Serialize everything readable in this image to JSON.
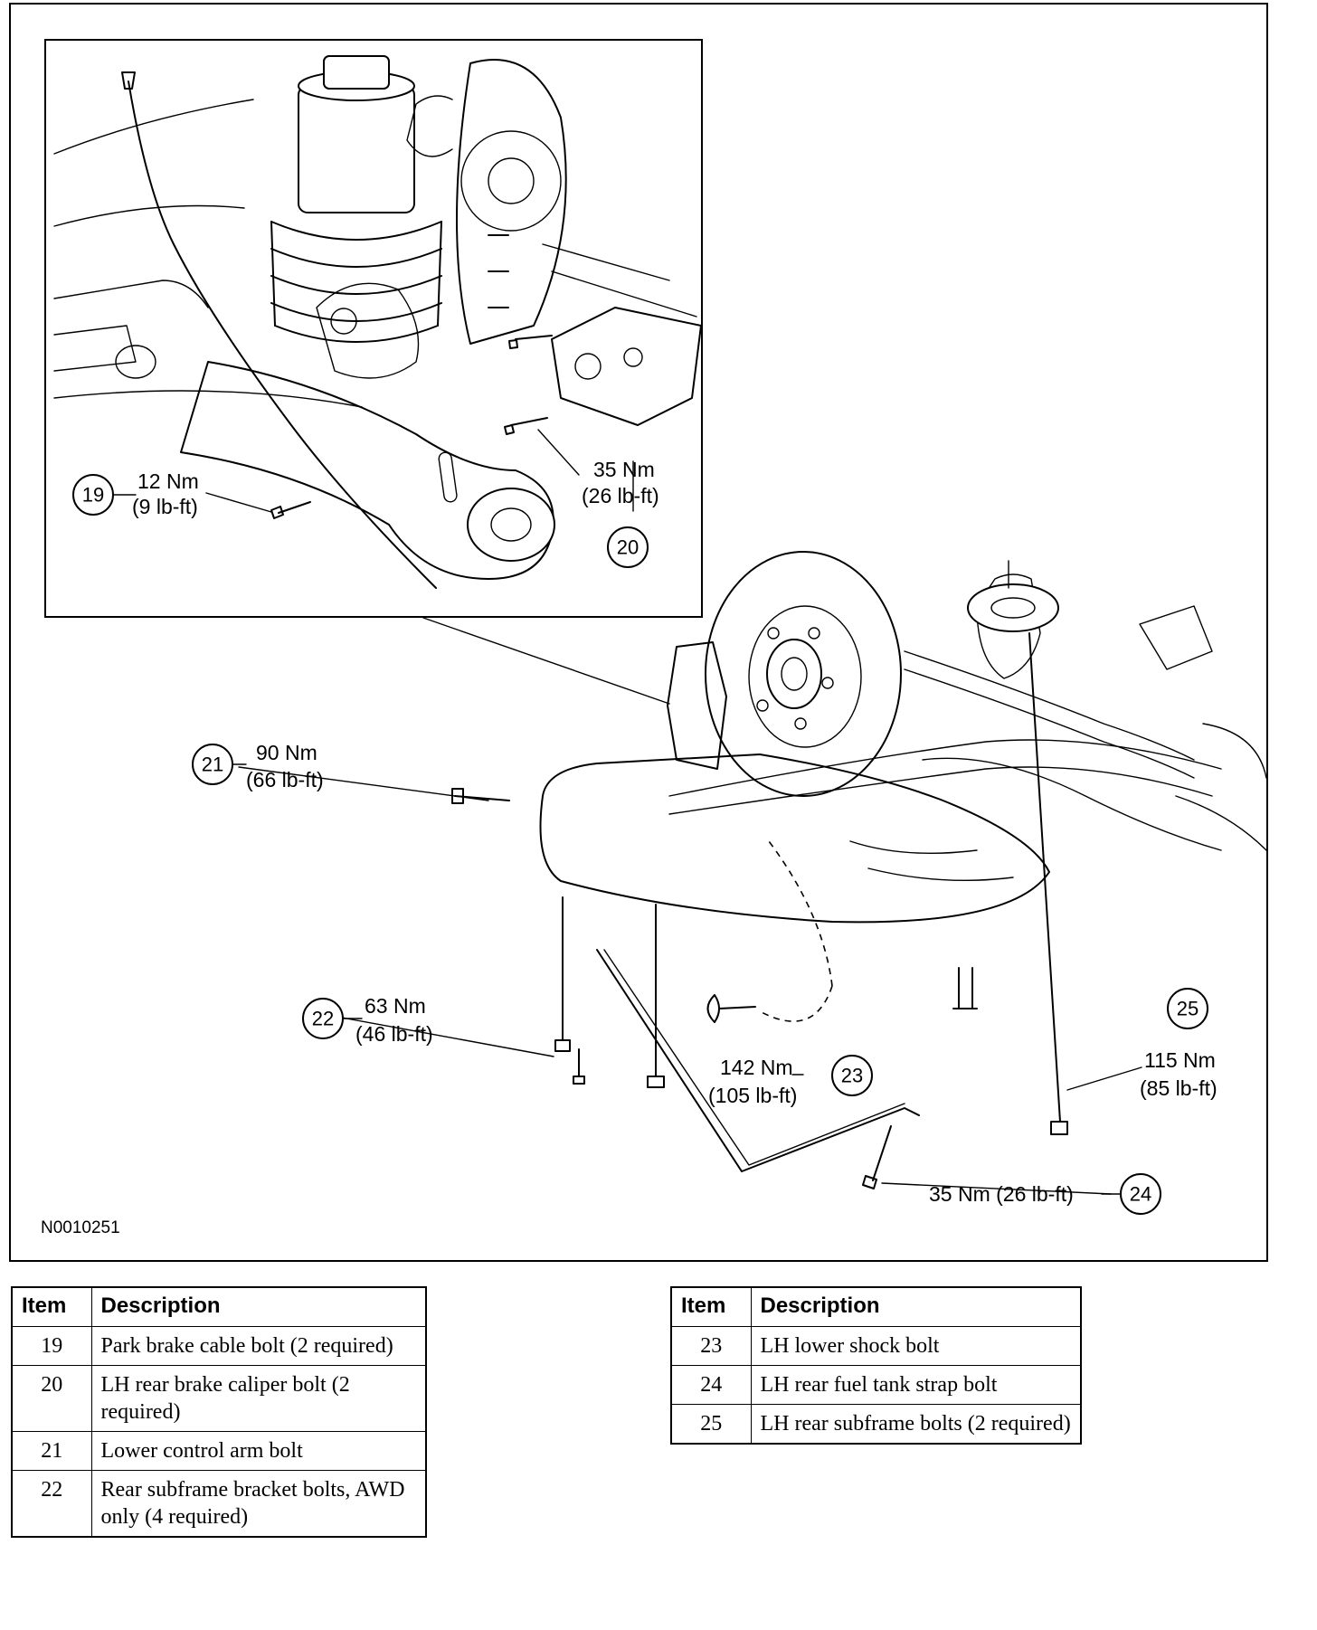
{
  "figure_id": "N0010251",
  "callouts": [
    {
      "item": "19",
      "torque_nm": "12 Nm",
      "torque_lbft": "(9 lb-ft)"
    },
    {
      "item": "20",
      "torque_nm": "35 Nm",
      "torque_lbft": "(26 lb-ft)"
    },
    {
      "item": "21",
      "torque_nm": "90 Nm",
      "torque_lbft": "(66 lb-ft)"
    },
    {
      "item": "22",
      "torque_nm": "63 Nm",
      "torque_lbft": "(46 lb-ft)"
    },
    {
      "item": "23",
      "torque_nm": "142 Nm",
      "torque_lbft": "(105 lb-ft)"
    },
    {
      "item": "24",
      "torque_nm": "35 Nm (26 lb-ft)"
    },
    {
      "item": "25",
      "torque_nm": "115 Nm",
      "torque_lbft": "(85 lb-ft)"
    }
  ],
  "tables": {
    "left": {
      "headers": [
        "Item",
        "Description"
      ],
      "rows": [
        {
          "item": "19",
          "description": "Park brake cable bolt (2 required)"
        },
        {
          "item": "20",
          "description": "LH rear brake caliper bolt (2 required)"
        },
        {
          "item": "21",
          "description": "Lower control arm bolt"
        },
        {
          "item": "22",
          "description": "Rear subframe bracket bolts, AWD only (4 required)"
        }
      ]
    },
    "right": {
      "headers": [
        "Item",
        "Description"
      ],
      "rows": [
        {
          "item": "23",
          "description": "LH lower shock bolt"
        },
        {
          "item": "24",
          "description": "LH rear fuel tank strap bolt"
        },
        {
          "item": "25",
          "description": "LH rear subframe bolts (2 required)"
        }
      ]
    }
  }
}
